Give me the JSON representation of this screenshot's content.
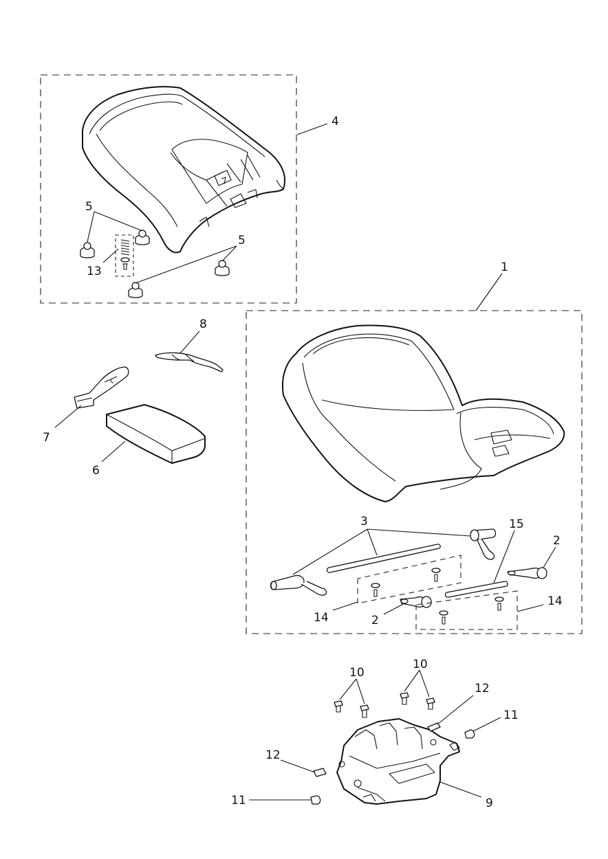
{
  "diagram": {
    "callouts": {
      "c1": "1",
      "c2a": "2",
      "c2b": "2",
      "c3": "3",
      "c4": "4",
      "c5a": "5",
      "c5b": "5",
      "c6": "6",
      "c7": "7",
      "c8": "8",
      "c9": "9",
      "c10a": "10",
      "c10b": "10",
      "c11a": "11",
      "c11b": "11",
      "c12a": "12",
      "c12b": "12",
      "c13": "13",
      "c14a": "14",
      "c14b": "14",
      "c15": "15"
    }
  }
}
